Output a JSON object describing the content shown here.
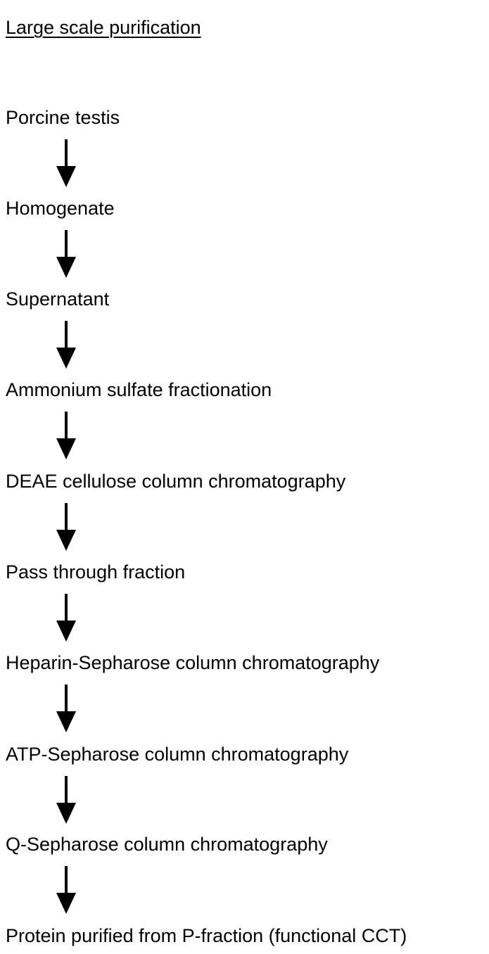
{
  "diagram": {
    "title": "Large scale purification",
    "steps": [
      "Porcine testis",
      "Homogenate",
      "Supernatant",
      "Ammonium sulfate fractionation",
      "DEAE cellulose column chromatography",
      "Pass through fraction",
      "Heparin-Sepharose column chromatography",
      "ATP-Sepharose column chromatography",
      "Q-Sepharose column chromatography",
      "Protein purified from P-fraction (functional CCT)"
    ],
    "arrow_color": "#000000"
  }
}
